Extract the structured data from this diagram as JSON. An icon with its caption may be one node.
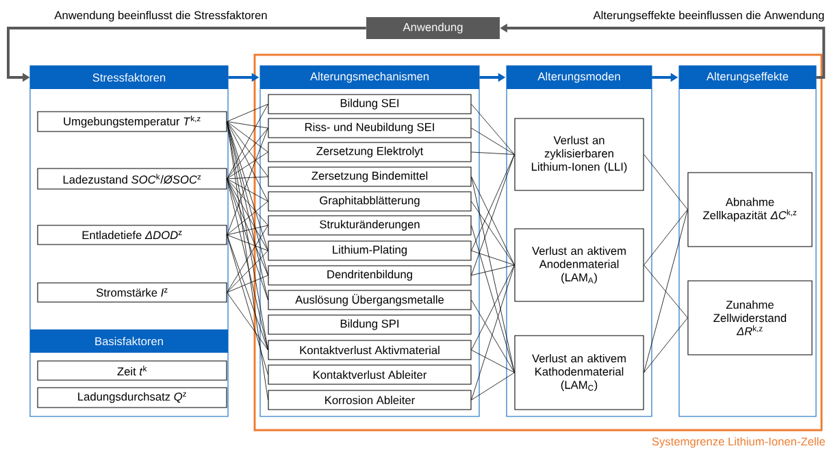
{
  "diagram": {
    "nodes": [
      {
        "text": [
          "Anwendung"
        ]
      },
      {
        "text": [],
        "shape": "box"
      },
      {
        "text": [
          "Stressfaktoren"
        ],
        "in": 1
      },
      {
        "text": [
          "Umgebungstemperatur *T*$^{k,z}$"
        ],
        "in": 1
      },
      {
        "text": [
          "Ladezustand *SOC*$^{k}$/*ØSOC*$^{z}$"
        ],
        "in": 1
      },
      {
        "text": [
          "Entladetiefe *ΔDOD*$^{z}$"
        ],
        "in": 1
      },
      {
        "text": [
          "Stromstärke *I*$^{z}$"
        ],
        "in": 1
      },
      {
        "text": [
          "Basisfaktoren"
        ],
        "in": 1
      },
      {
        "text": [
          "Zeit *t*$^{k}$"
        ],
        "in": 1
      },
      {
        "text": [
          "Ladungsdurchsatz *Q*$^{z}$"
        ],
        "in": 1
      },
      {
        "text": [
          "Systemgrenze Lithium-Ionen-Zelle"
        ]
      },
      {
        "text": [],
        "shape": "box",
        "in": 10
      },
      {
        "text": [
          "Alterungsmechanismen"
        ],
        "in": 11
      },
      {
        "text": [
          "Bildung SEI"
        ],
        "in": 11
      },
      {
        "text": [
          "Riss- und Neubildung SEI"
        ],
        "in": 11
      },
      {
        "text": [
          "Zersetzung Elektrolyt"
        ],
        "in": 11
      },
      {
        "text": [
          "Zersetzung Bindemittel"
        ],
        "in": 11
      },
      {
        "text": [
          "Graphitabblätterung"
        ],
        "in": 11
      },
      {
        "text": [
          "Strukturänderungen"
        ],
        "in": 11
      },
      {
        "text": [
          "Lithium-Plating"
        ],
        "in": 11
      },
      {
        "text": [
          "Dendritenbildung"
        ],
        "in": 11
      },
      {
        "text": [
          "Auslösung Übergangsmetalle"
        ],
        "in": 11
      },
      {
        "text": [
          "Bildung SPI"
        ],
        "in": 11
      },
      {
        "text": [
          "Kontaktverlust Aktivmaterial"
        ],
        "in": 11
      },
      {
        "text": [
          "Kontaktverlust Ableiter"
        ],
        "in": 11
      },
      {
        "text": [
          "Korrosion Ableiter"
        ],
        "in": 11
      },
      {
        "text": [],
        "shape": "box",
        "in": 10
      },
      {
        "text": [
          "Alterungsmoden"
        ],
        "in": 26
      },
      {
        "text": [
          "Verlust an zyklisierbaren Lithium-Ionen (LLI)"
        ],
        "in": 26
      },
      {
        "text": [
          "Verlust an aktivem Anodenmaterial (LAM$_{A}$)"
        ],
        "in": 26
      },
      {
        "text": [
          "Verlust an aktivem Kathodenmaterial (LAM$_{C}$)"
        ],
        "in": 26
      },
      {
        "text": [],
        "shape": "box",
        "in": 10
      },
      {
        "text": [
          "Alterungseffekte"
        ],
        "in": 31
      },
      {
        "text": [
          "Abnahme Zellkapazität *ΔC*$^{k,z}$"
        ],
        "in": 31
      },
      {
        "text": [
          "Zunahme Zellwiderstand *ΔR*$^{k,z}$"
        ],
        "in": 31
      }
    ],
    "edges": [
      {
        "from": 0,
        "to": 2,
        "arrow": "to",
        "label": "Anwendung beeinflusst die Stressfaktoren",
        "style": "thick",
        "color": "#595959"
      },
      {
        "from": 32,
        "to": 0,
        "arrow": "to",
        "label": "Alterungseffekte beeinflussen die Anwendung",
        "style": "thick",
        "color": "#595959"
      },
      {
        "from": 2,
        "to": 12,
        "arrow": "to",
        "style": "thick",
        "color": "#0563c1"
      },
      {
        "from": 12,
        "to": 27,
        "arrow": "to",
        "style": "thick",
        "color": "#0563c1"
      },
      {
        "from": 27,
        "to": 32,
        "arrow": "to",
        "style": "thick",
        "color": "#0563c1"
      },
      {
        "from": 3,
        "to": 13,
        "arrow": "none"
      },
      {
        "from": 3,
        "to": 14,
        "arrow": "none"
      },
      {
        "from": 3,
        "to": 15,
        "arrow": "none"
      },
      {
        "from": 3,
        "to": 16,
        "arrow": "none"
      },
      {
        "from": 3,
        "to": 17,
        "arrow": "none"
      },
      {
        "from": 3,
        "to": 19,
        "arrow": "none"
      },
      {
        "from": 3,
        "to": 20,
        "arrow": "none"
      },
      {
        "from": 3,
        "to": 21,
        "arrow": "none"
      },
      {
        "from": 3,
        "to": 23,
        "arrow": "none"
      },
      {
        "from": 3,
        "to": 25,
        "arrow": "none"
      },
      {
        "from": 4,
        "to": 13,
        "arrow": "none"
      },
      {
        "from": 4,
        "to": 14,
        "arrow": "none"
      },
      {
        "from": 4,
        "to": 15,
        "arrow": "none"
      },
      {
        "from": 4,
        "to": 16,
        "arrow": "none"
      },
      {
        "from": 4,
        "to": 17,
        "arrow": "none"
      },
      {
        "from": 4,
        "to": 18,
        "arrow": "none"
      },
      {
        "from": 4,
        "to": 19,
        "arrow": "none"
      },
      {
        "from": 4,
        "to": 20,
        "arrow": "none"
      },
      {
        "from": 4,
        "to": 21,
        "arrow": "none"
      },
      {
        "from": 4,
        "to": 23,
        "arrow": "none"
      },
      {
        "from": 5,
        "to": 14,
        "arrow": "none"
      },
      {
        "from": 5,
        "to": 17,
        "arrow": "none"
      },
      {
        "from": 5,
        "to": 18,
        "arrow": "none"
      },
      {
        "from": 5,
        "to": 19,
        "arrow": "none"
      },
      {
        "from": 5,
        "to": 23,
        "arrow": "none"
      },
      {
        "from": 5,
        "to": 24,
        "arrow": "none"
      },
      {
        "from": 6,
        "to": 18,
        "arrow": "none"
      },
      {
        "from": 6,
        "to": 19,
        "arrow": "none"
      },
      {
        "from": 6,
        "to": 20,
        "arrow": "none"
      },
      {
        "from": 6,
        "to": 23,
        "arrow": "none"
      },
      {
        "from": 13,
        "to": 28,
        "arrow": "none"
      },
      {
        "from": 14,
        "to": 28,
        "arrow": "none"
      },
      {
        "from": 15,
        "to": 28,
        "arrow": "none"
      },
      {
        "from": 19,
        "to": 28,
        "arrow": "none"
      },
      {
        "from": 20,
        "to": 28,
        "arrow": "none"
      },
      {
        "from": 16,
        "to": 29,
        "arrow": "none"
      },
      {
        "from": 17,
        "to": 29,
        "arrow": "none"
      },
      {
        "from": 19,
        "to": 29,
        "arrow": "none"
      },
      {
        "from": 20,
        "to": 29,
        "arrow": "none"
      },
      {
        "from": 23,
        "to": 29,
        "arrow": "none"
      },
      {
        "from": 25,
        "to": 29,
        "arrow": "none"
      },
      {
        "from": 16,
        "to": 30,
        "arrow": "none"
      },
      {
        "from": 18,
        "to": 30,
        "arrow": "none"
      },
      {
        "from": 21,
        "to": 30,
        "arrow": "none"
      },
      {
        "from": 23,
        "to": 30,
        "arrow": "none"
      },
      {
        "from": 25,
        "to": 30,
        "arrow": "none"
      },
      {
        "from": 28,
        "to": 33,
        "arrow": "none"
      },
      {
        "from": 29,
        "to": 33,
        "arrow": "none"
      },
      {
        "from": 29,
        "to": 34,
        "arrow": "none"
      },
      {
        "from": 30,
        "to": 33,
        "arrow": "none"
      },
      {
        "from": 30,
        "to": 34,
        "arrow": "none"
      }
    ]
  }
}
